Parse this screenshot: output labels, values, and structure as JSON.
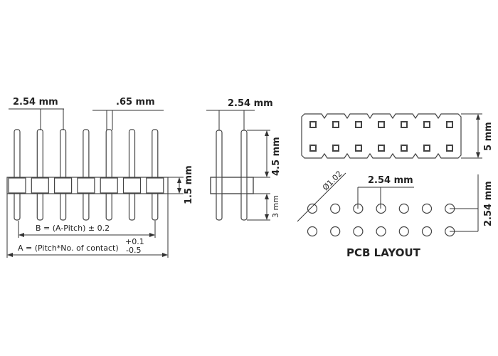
{
  "front_view": {
    "pitch_label": "2.54 mm",
    "pin_width_label": ".65 mm",
    "housing_height_label": "1.5 mm",
    "b_formula": "B = (A-Pitch) ± 0.2",
    "a_formula": "A = (Pitch*No. of contact)",
    "a_tol_plus": "+0.1",
    "a_tol_minus": "-0.5",
    "pin_count": 7
  },
  "side_view": {
    "pitch_label": "2.54 mm",
    "upper_length_label": "4.5 mm",
    "lower_length_label": "3 mm"
  },
  "pcb_top": {
    "height_label": "5 mm",
    "columns": 7,
    "rows": 2
  },
  "pcb_layout": {
    "hole_diameter_label": "Ø1.02",
    "pitch_label": "2.54 mm",
    "row_pitch_label": "2.54 mm",
    "title": "PCB LAYOUT"
  }
}
